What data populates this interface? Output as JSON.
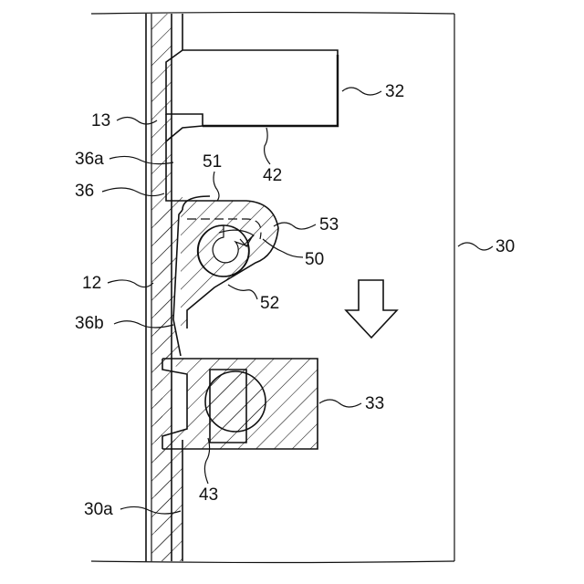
{
  "labels": {
    "l13": "13",
    "l36a": "36a",
    "l36": "36",
    "l12": "12",
    "l36b": "36b",
    "l30a": "30a",
    "l32": "32",
    "l42": "42",
    "l51": "51",
    "l53": "53",
    "l50": "50",
    "l52": "52",
    "l30": "30",
    "l33": "33",
    "l43": "43"
  }
}
